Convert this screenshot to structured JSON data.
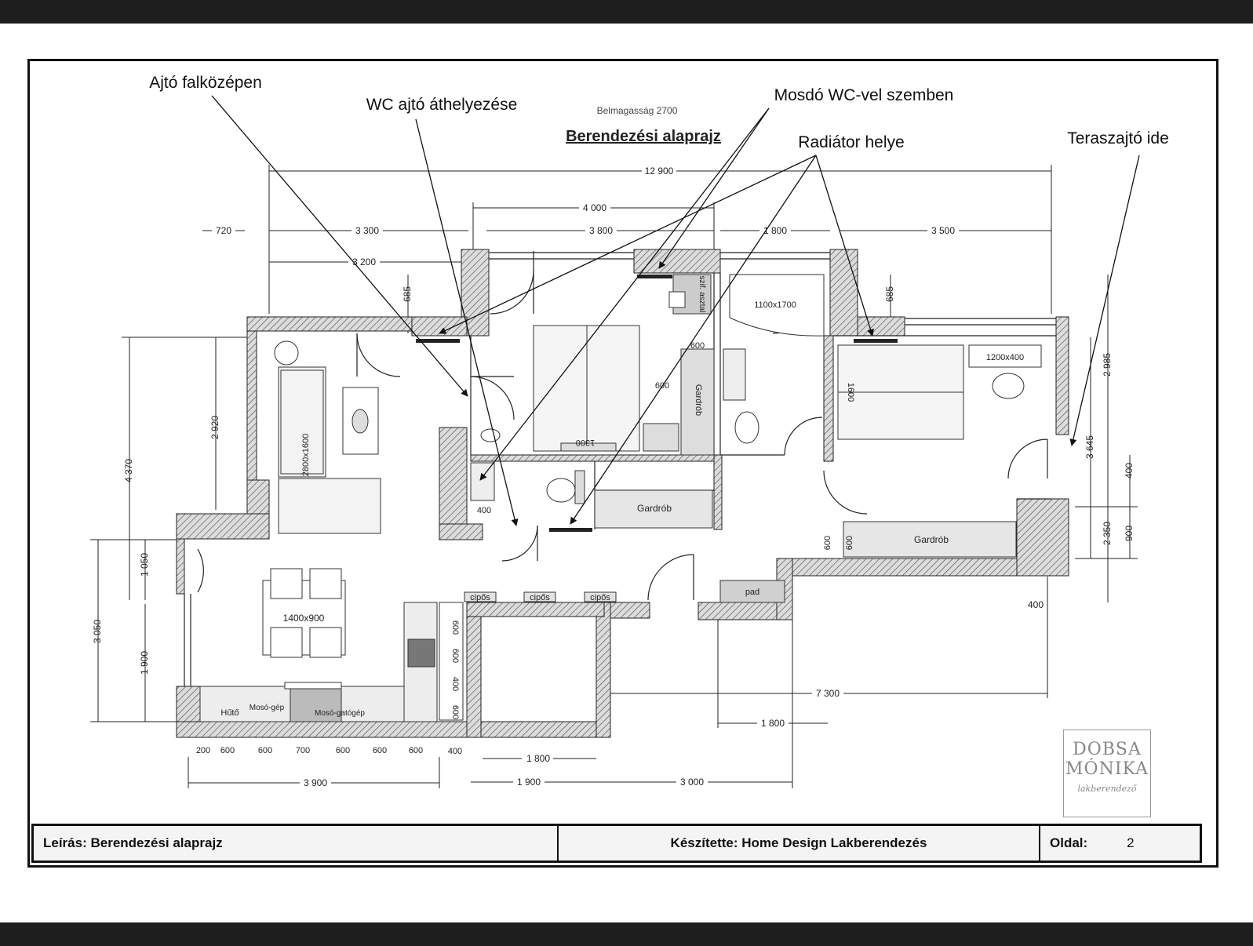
{
  "header": {
    "subtitle": "Belmagasság 2700",
    "title": "Berendezési alaprajz"
  },
  "annotations": {
    "door_center": "Ajtó falközépen",
    "wc_door": "WC ajtó áthelyezése",
    "sink": "Mosdó WC-vel szemben",
    "radiator": "Radiátor helye",
    "terrace_door": "Teraszajtó ide"
  },
  "dimensions": {
    "top_total": "12 900",
    "top_mid": "4 000",
    "d720": "720",
    "d3300": "3 300",
    "d3800": "3 800",
    "d1800a": "1 800",
    "d3500": "3 500",
    "d3200": "3 200",
    "d685a": "685",
    "d685b": "685",
    "d4370": "4 370",
    "d2920": "2 920",
    "d1050": "1 050",
    "d3050": "3 050",
    "d1900v": "1 900",
    "d2985": "2 985",
    "d3645": "3 645",
    "d400r": "400",
    "d2350": "2 350",
    "d900r": "900",
    "d400b": "400",
    "d7300": "7 300",
    "d1800b": "1 800",
    "d1800c": "1 800",
    "d1900": "1 900",
    "d3000": "3 000",
    "d3900": "3 900",
    "d400k": "400",
    "d600a": "600",
    "d600b": "600",
    "d600c": "600",
    "d600d": "600",
    "d1600": "1600",
    "d1300": "1300"
  },
  "kitchen_dims": [
    "200",
    "600",
    "600",
    "700",
    "600",
    "600",
    "600"
  ],
  "kitchen_col": [
    "600",
    "600",
    "400",
    "600"
  ],
  "rooms": {
    "sofa": "2800x1600",
    "table": "1400x900",
    "bath": "1100x1700",
    "desk": "1200x400",
    "gardrob1": "Gardrób",
    "gardrob2": "Gardrób",
    "gardrob3": "Gardrób",
    "fridge": "Hűtő",
    "washer": "Mosó-gép",
    "dishwasher": "Mosó-gatógép",
    "shelf": "szif. asztal",
    "cipos1": "cipős",
    "cipos2": "cipős",
    "cipos3": "cipős",
    "pad": "pad",
    "bed_w": "1600",
    "d400w": "400"
  },
  "footer": {
    "description": "Leírás: Berendezési alaprajz",
    "author": "Készítette: Home Design Lakberendezés",
    "page_label": "Oldal:",
    "page_number": "2"
  },
  "stamp": {
    "line1": "DOBSA",
    "line2": "MÓNIKA",
    "line3": "lakberendező"
  }
}
